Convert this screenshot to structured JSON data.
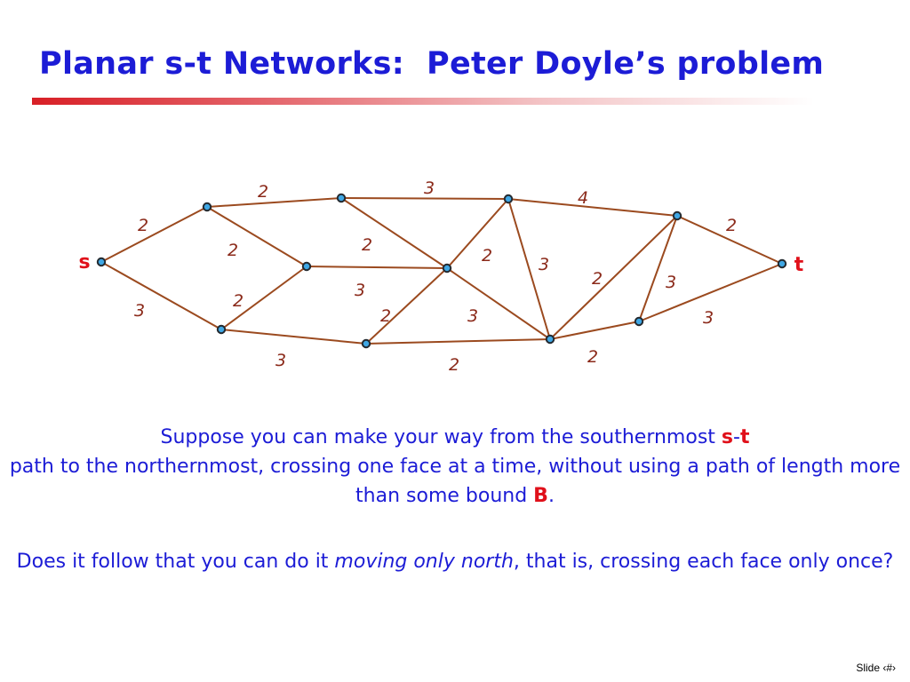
{
  "title": "Planar s-t Networks:  Peter Doyle’s problem",
  "network": {
    "source_label": "s",
    "sink_label": "t",
    "edge_weights": [
      "2",
      "3",
      "2",
      "2",
      "2",
      "3",
      "2",
      "3",
      "4",
      "2",
      "3",
      "2",
      "3",
      "2",
      "3",
      "2",
      "3",
      "3",
      "2",
      "2"
    ]
  },
  "paragraph1": {
    "text1": "Suppose you can make your way from the southernmost ",
    "s": "s",
    "dash": "-",
    "t": "t",
    "text2": " path to the northernmost, crossing one face at a time, without using a path of length more than some bound ",
    "bound": "B",
    "end": "."
  },
  "paragraph2": {
    "text1": "Does it follow that you can do it ",
    "emph": "moving only north",
    "text2": ", that is, crossing each face only once?"
  },
  "footer": {
    "slide": "Slide ‹#›"
  },
  "colors": {
    "title": "#1c1cd6",
    "accent": "#e0101a",
    "edge": "#9b4a1f",
    "node": "#3fa7e4",
    "weight": "#8b2a1a"
  }
}
